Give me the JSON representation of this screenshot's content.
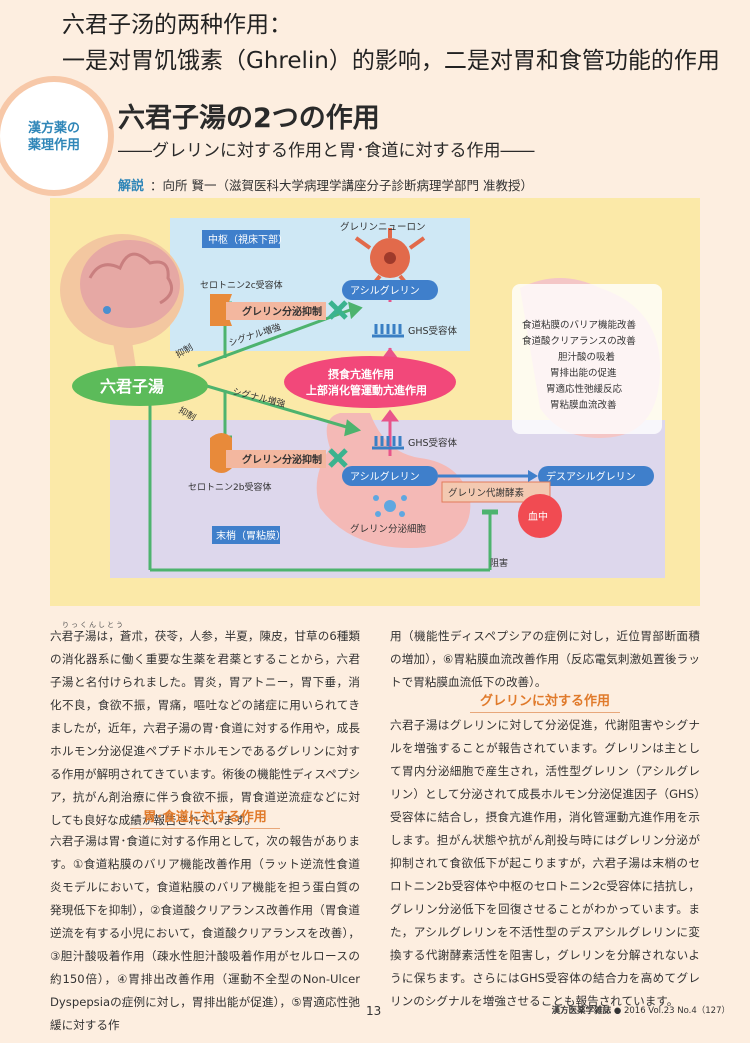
{
  "header": {
    "cn_line1": "六君子汤的两种作用：",
    "cn_line2": "一是对胃饥饿素（Ghrelin）的影响，二是对胃和食管功能的作用",
    "badge_line1": "漢方薬の",
    "badge_line2": "薬理作用",
    "title": "六君子湯の2つの作用",
    "subtitle": "――グレリンに対する作用と胃･食道に対する作用――",
    "author_label": "解説",
    "author": "：向所 賢一（滋賀医科大学病理学講座分子診断病理学部門 准教授）"
  },
  "figure": {
    "central_label": "中枢（視床下部）",
    "peripheral_label": "末梢（胃粘膜）",
    "ghrelin_neuron": "グレリンニューロン",
    "acyl_ghrelin_top": "アシルグレリン",
    "ghs_top": "GHS受容体",
    "serotonin_2c": "セロトニン2c受容体",
    "inhibit_top": "グレリン分泌抑制",
    "rikkunshito": "六君子湯",
    "signal_up_1": "シグナル増強",
    "signal_up_2": "シグナル増強",
    "suppress_1": "抑制",
    "suppress_2": "抑制",
    "feeding": "摂食亢進作用",
    "motility": "上部消化管運動亢進作用",
    "ghs_bottom": "GHS受容体",
    "inhibit_bottom": "グレリン分泌抑制",
    "serotonin_2b": "セロトニン2b受容体",
    "acyl_ghrelin_bottom": "アシルグレリン",
    "enzyme": "グレリン代謝酵素",
    "desacyl": "デスアシルグレリン",
    "blood": "血中",
    "secretory_cell": "グレリン分泌細胞",
    "block": "阻害",
    "stomach_effects": [
      "食道粘膜のバリア機能改善",
      "食道酸クリアランスの改善",
      "胆汁酸の吸着",
      "胃排出能の促進",
      "胃適応性弛緩反応",
      "胃粘膜血流改善"
    ]
  },
  "body": {
    "ruby": "りっくんしとう",
    "left_para1": "六君子湯は，蒼朮，茯苓，人参，半夏，陳皮，甘草の6種類の消化器系に働く重要な生薬を君薬とすることから，六君子湯と名付けられました。胃炎，胃アトニー，胃下垂，消化不良，食欲不振，胃痛，嘔吐などの諸症に用いられてきましたが，近年，六君子湯の胃･食道に対する作用や，成長ホルモン分泌促進ペプチドホルモンであるグレリンに対する作用が解明されてきています。術後の機能性ディスペプシア，抗がん剤治療に伴う食欲不振，胃食道逆流症などに対しても良好な成績が報告されています。",
    "left_heading": "胃･食道に対する作用",
    "left_para2": "六君子湯は胃･食道に対する作用として，次の報告があります。①食道粘膜のバリア機能改善作用（ラット逆流性食道炎モデルにおいて，食道粘膜のバリア機能を担う蛋白質の発現低下を抑制），②食道酸クリアランス改善作用（胃食道逆流を有する小児において，食道酸クリアランスを改善），③胆汁酸吸着作用（疎水性胆汁酸吸着作用がセルロースの約150倍），④胃排出改善作用（運動不全型のNon-Ulcer Dyspepsiaの症例に対し，胃排出能が促進），⑤胃適応性弛緩に対する作",
    "right_para1": "用（機能性ディスペプシアの症例に対し，近位胃部断面積の増加），⑥胃粘膜血流改善作用（反応電気刺激処置後ラットで胃粘膜血流低下の改善）。",
    "right_heading": "グレリンに対する作用",
    "right_para2": "六君子湯はグレリンに対して分泌促進，代謝阻害やシグナルを増強することが報告されています。グレリンは主として胃内分泌細胞で産生され，活性型グレリン（アシルグレリン）として分泌されて成長ホルモン分泌促進因子（GHS）受容体に結合し，摂食亢進作用，消化管運動亢進作用を示します。担がん状態や抗がん剤投与時にはグレリン分泌が抑制されて食欲低下が起こりますが，六君子湯は末梢のセロトニン2b受容体や中枢のセロトニン2c受容体に拮抗し，グレリン分泌低下を回復させることがわかっています。また，アシルグレリンを不活性型のデスアシルグレリンに変換する代謝酵素活性を阻害し，グレリンを分解されないように保ちます。さらにはGHS受容体の結合力を高めてグレリンのシグナルを増強させることも報告されています。"
  },
  "footer": {
    "page": "13",
    "journal": "漢方医薬学雑誌",
    "issue": "● 2016 Vol.23 No.4（127）"
  }
}
